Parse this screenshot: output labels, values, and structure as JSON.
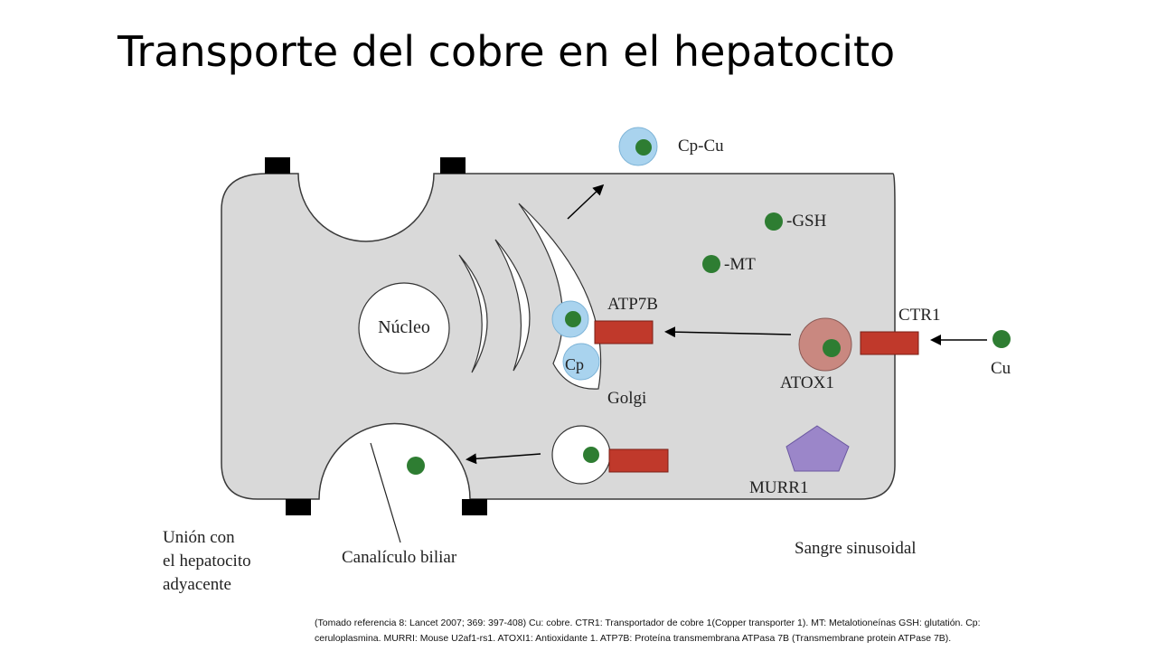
{
  "slide": {
    "title": "Transporte del cobre en el hepatocito"
  },
  "diagram": {
    "labels": {
      "cp_cu": "Cp-Cu",
      "gsh": "-GSH",
      "mt": "-MT",
      "atp7b": "ATP7B",
      "ctr1": "CTR1",
      "nucleus": "Núcleo",
      "cp": "Cp",
      "golgi": "Golgi",
      "atox1": "ATOX1",
      "cu": "Cu",
      "murr1": "MURR1",
      "union_line1": "Unión con",
      "union_line2": "el hepatocito",
      "union_line3": "adyacente",
      "canaliculus": "Canalículo biliar",
      "sinusoid": "Sangre sinusoidal"
    },
    "colors": {
      "cell_fill": "#d9d9d9",
      "copper": "#2e7d32",
      "ceruloplasmin": "#a9d3ee",
      "atox1": "#c98880",
      "transporter": "#c0392b",
      "murr1": "#9b86c9",
      "junction": "#000000"
    }
  },
  "caption": {
    "line1": "(Tomado referencia 8: Lancet 2007; 369: 397-408)  Cu: cobre. CTR1: Transportador de cobre 1(Copper transporter 1). MT: Metalotioneínas GSH: glutatión. Cp:",
    "line2": "ceruloplasmina. MURRI: Mouse U2af1-rs1. ATOXI1: Antioxidante 1. ATP7B: Proteína transmembrana ATPasa 7B (Transmembrane protein ATPase 7B)."
  }
}
